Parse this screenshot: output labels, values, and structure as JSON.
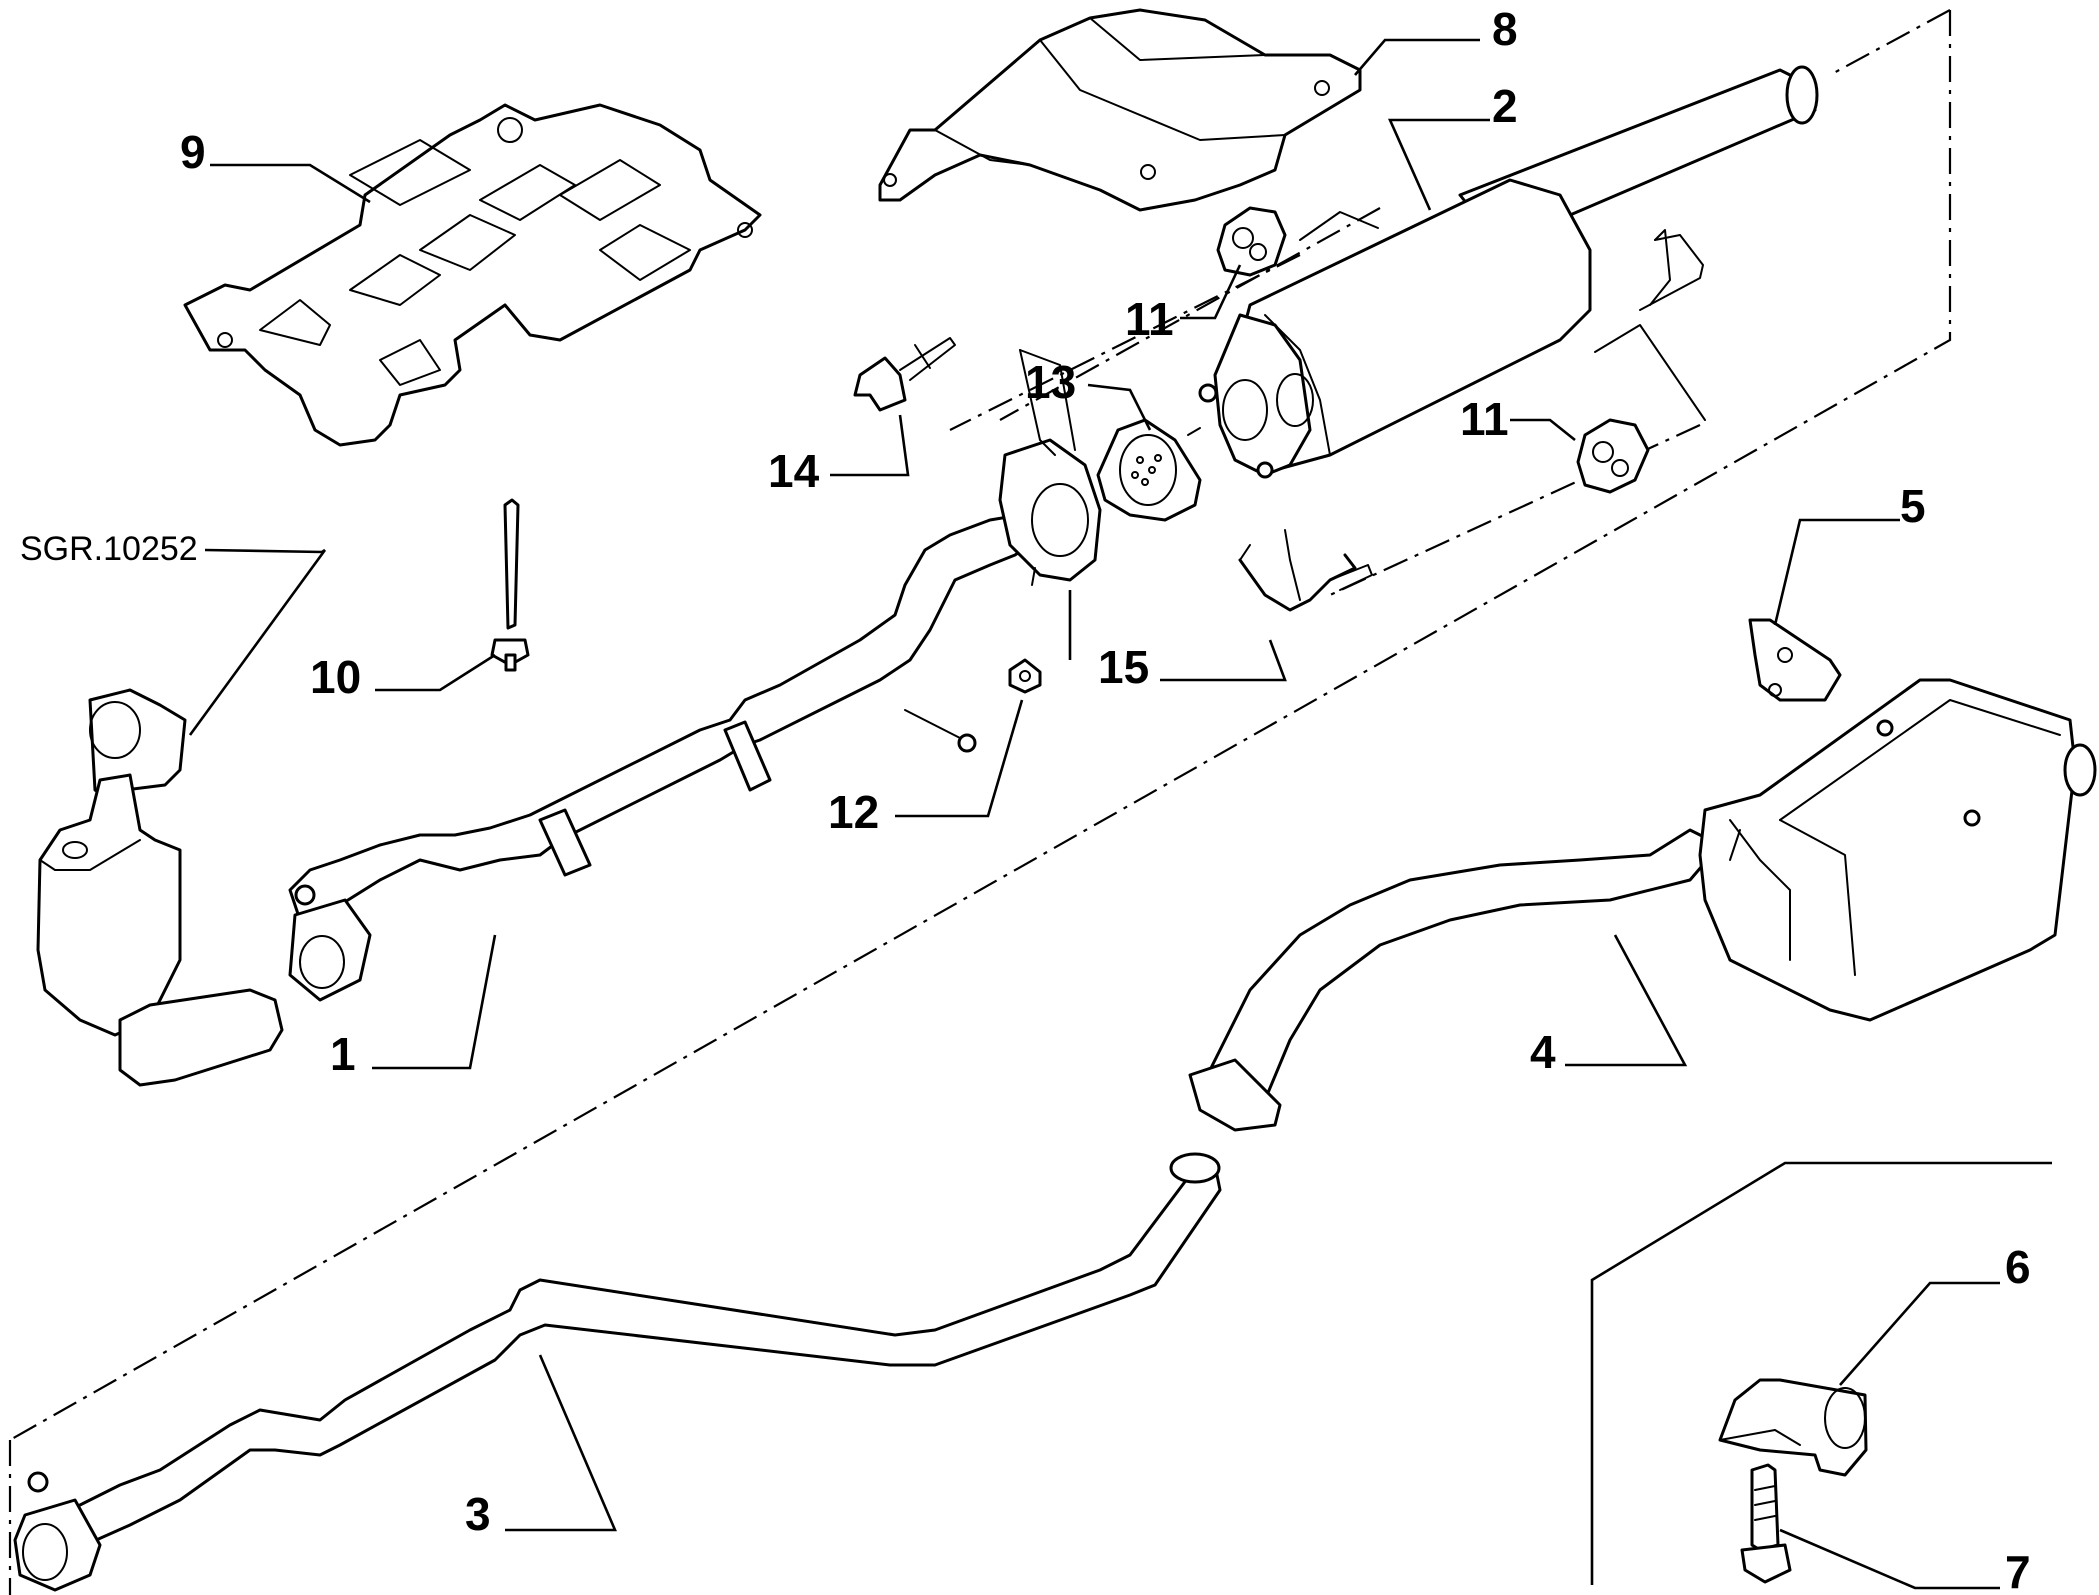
{
  "diagram": {
    "reference_code": "SGR.10252",
    "callouts": [
      {
        "id": "c1",
        "label": "1"
      },
      {
        "id": "c2",
        "label": "2"
      },
      {
        "id": "c3",
        "label": "3"
      },
      {
        "id": "c4",
        "label": "4"
      },
      {
        "id": "c5",
        "label": "5"
      },
      {
        "id": "c6",
        "label": "6"
      },
      {
        "id": "c7",
        "label": "7"
      },
      {
        "id": "c8",
        "label": "8"
      },
      {
        "id": "c9",
        "label": "9"
      },
      {
        "id": "c10",
        "label": "10"
      },
      {
        "id": "c11a",
        "label": "11"
      },
      {
        "id": "c11b",
        "label": "11"
      },
      {
        "id": "c12",
        "label": "12"
      },
      {
        "id": "c13",
        "label": "13"
      },
      {
        "id": "c14",
        "label": "14"
      },
      {
        "id": "c15",
        "label": "15"
      }
    ]
  }
}
